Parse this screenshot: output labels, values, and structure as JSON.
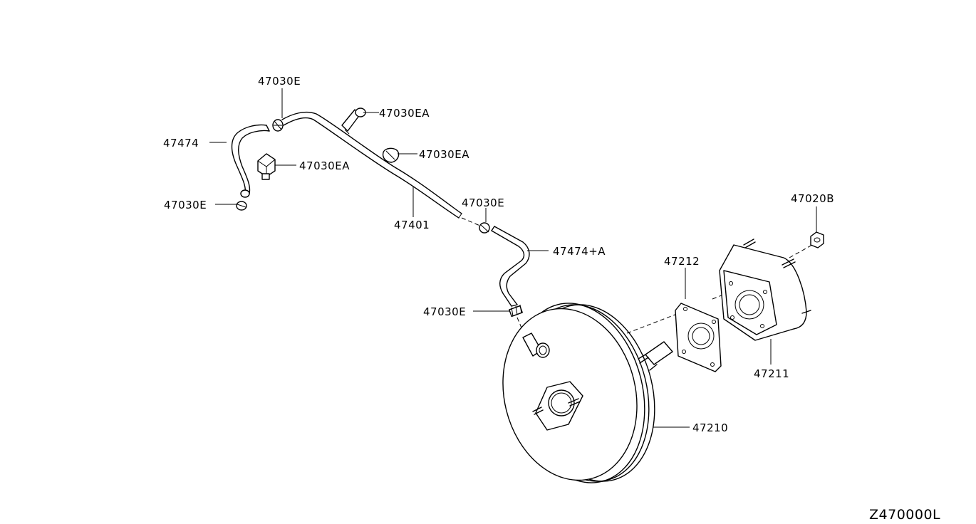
{
  "labels": {
    "clamp_top": "47030E",
    "clip_top": "47030EA",
    "hose_left": "47474",
    "clip_left": "47030EA",
    "clip_mid": "47030EA",
    "clamp_left_bottom": "47030E",
    "tube": "47401",
    "clamp_mid": "47030E",
    "hose_right": "47474+A",
    "clamp_lower": "47030E",
    "gasket": "47212",
    "nut": "47020B",
    "bracket": "47211",
    "booster": "47210",
    "diagram_code": "Z470000L"
  },
  "colors": {
    "ink": "#000000",
    "background": "#ffffff"
  }
}
